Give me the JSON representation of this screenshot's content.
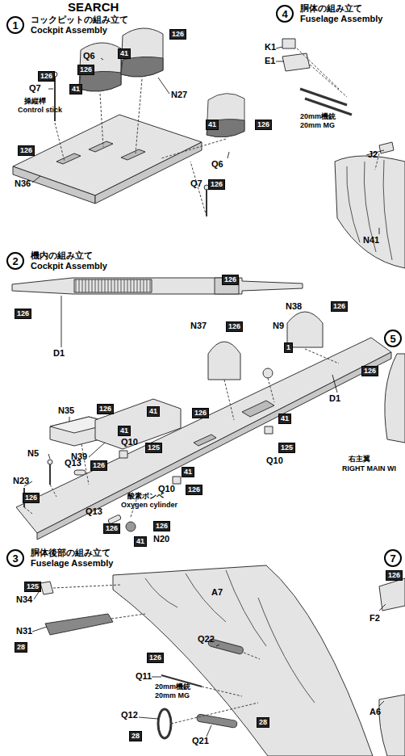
{
  "diagram": {
    "nodes": [
      {
        "text": [
          "1",
          "コックピットの組み立て",
          "Cockpit Assembly"
        ]
      },
      {
        "text": [
          "126"
        ]
      },
      {
        "text": [
          "41"
        ]
      },
      {
        "text": [
          "126"
        ]
      },
      {
        "text": [
          "41"
        ]
      },
      {
        "text": [
          "126"
        ]
      },
      {
        "text": [
          "126"
        ]
      },
      {
        "text": [
          "41"
        ]
      },
      {
        "text": [
          "126"
        ]
      },
      {
        "text": [
          "126"
        ]
      },
      {
        "text": [
          "4",
          "胴体の組み立て",
          "Fuselage Assembly"
        ]
      },
      {
        "text": [
          "2",
          "機内の組み立て",
          "Cockpit Assembly"
        ]
      },
      {
        "text": [
          "126"
        ]
      },
      {
        "text": [
          "126"
        ]
      },
      {
        "text": [
          "126"
        ]
      },
      {
        "text": [
          "126"
        ]
      },
      {
        "text": [
          "1"
        ]
      },
      {
        "text": [
          "126"
        ]
      },
      {
        "text": [
          "126"
        ]
      },
      {
        "text": [
          "41"
        ]
      },
      {
        "text": [
          "126"
        ]
      },
      {
        "text": [
          "41"
        ]
      },
      {
        "text": [
          "125"
        ]
      },
      {
        "text": [
          "41"
        ]
      },
      {
        "text": [
          "125"
        ]
      },
      {
        "text": [
          "126"
        ]
      },
      {
        "text": [
          "126"
        ]
      },
      {
        "text": [
          "41"
        ]
      },
      {
        "text": [
          "126"
        ]
      },
      {
        "text": [
          "126"
        ]
      },
      {
        "text": [
          "126"
        ]
      },
      {
        "text": [
          "41"
        ]
      },
      {
        "text": [
          "5"
        ]
      },
      {
        "text": [
          "3",
          "胴体後部の組み立て",
          "Fuselage Assembly"
        ]
      },
      {
        "text": [
          "125"
        ]
      },
      {
        "text": [
          "28"
        ]
      },
      {
        "text": [
          "126"
        ]
      },
      {
        "text": [
          "28"
        ]
      },
      {
        "text": [
          "28"
        ]
      },
      {
        "text": [
          "7"
        ]
      },
      {
        "text": [
          "126"
        ]
      }
    ],
    "labels": [
      "SEARCH",
      "Q6",
      "Q7",
      "操縦桿",
      "Control stick",
      "N27",
      "N36",
      "Q6",
      "Q7",
      "K1",
      "E1",
      "20mm機銃",
      "20mm MG",
      "J2",
      "N41",
      "D1",
      "N38",
      "N9",
      "N37",
      "N35",
      "N39",
      "D1",
      "Q10",
      "Q10",
      "Q10",
      "N5",
      "Q13",
      "N23",
      "酸素ボンベ",
      "Oxygen cylinder",
      "Q13",
      "N20",
      "右主翼",
      "RIGHT MAIN WI",
      "N34",
      "N31",
      "A7",
      "Q22",
      "Q11",
      "20mm機銃",
      "20mm MG",
      "Q12",
      "Q21",
      "F2",
      "A6"
    ]
  }
}
